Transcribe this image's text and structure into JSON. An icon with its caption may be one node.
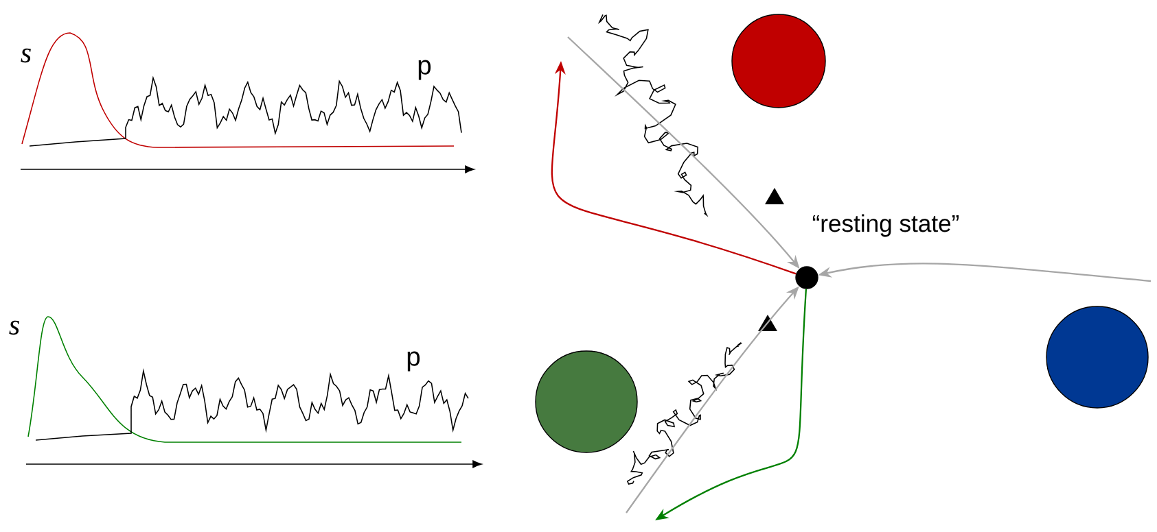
{
  "diagram": {
    "nodes": [
      {
        "text": [],
        "shape": "circle"
      },
      {
        "text": [],
        "shape": "circle",
        "beside": [
          "“resting state”"
        ]
      },
      {
        "text": [],
        "shape": "circle"
      },
      {
        "text": [],
        "shape": "circle"
      }
    ],
    "edges": [
      {
        "from": null,
        "to": 1,
        "arrow": "to"
      },
      {
        "from": null,
        "to": 1,
        "arrow": "to"
      },
      {
        "from": null,
        "to": 1,
        "arrow": "to"
      },
      {
        "from": 1,
        "to": null,
        "arrow": "to",
        "color": "#c00000"
      },
      {
        "from": 1,
        "to": null,
        "arrow": "to",
        "color": "#008000"
      }
    ],
    "labels": [
      "s",
      "p",
      "s",
      "p"
    ]
  }
}
